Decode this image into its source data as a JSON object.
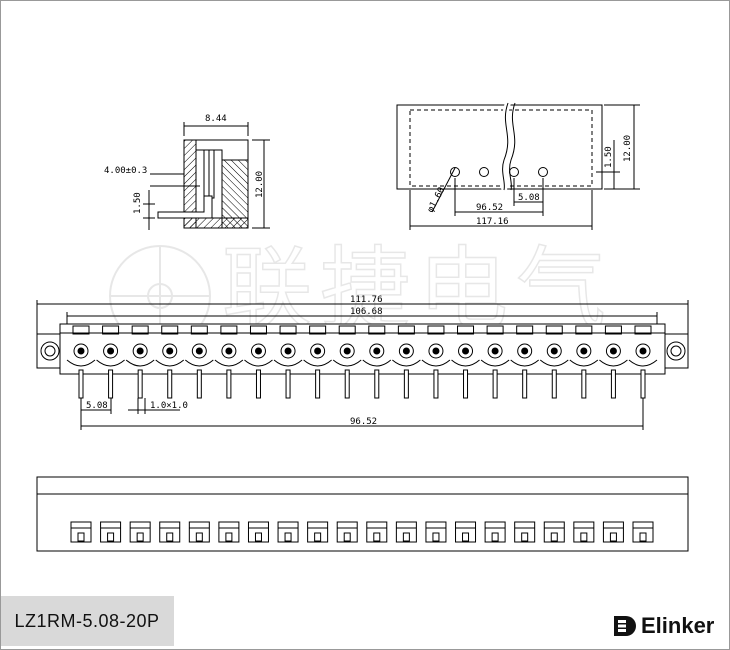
{
  "part_number": "LZ1RM-5.08-20P",
  "brand": {
    "name": "Elinker"
  },
  "side_view": {
    "width": "8.44",
    "pin_offset": "4.00±0.3",
    "pin_dia": "1.50",
    "height": "12.00"
  },
  "hole_view": {
    "hole": "φ1.60",
    "span": "96.52",
    "pitch": "5.08",
    "length": "117.16",
    "step": "1.50",
    "height": "12.00"
  },
  "front_view": {
    "overall": "111.76",
    "inner": "106.68",
    "pitch": "5.08",
    "pin": "1.0×1.0",
    "span": "96.52"
  },
  "watermark": {
    "text": "联捷电气"
  },
  "colors": {
    "line": "#000000",
    "hatch": "#000000",
    "label_bg": "#d9d9d9"
  }
}
